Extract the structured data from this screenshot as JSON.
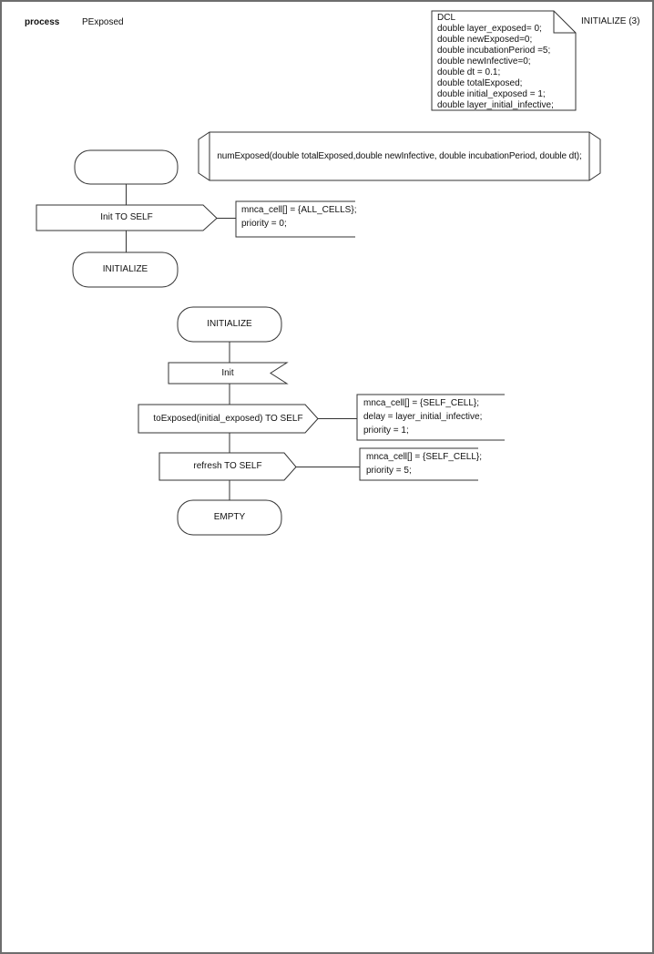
{
  "appearance": {
    "page_background": "#ffffff",
    "page_border_color": "#6e6e6e",
    "shape_stroke_color": "#333333",
    "text_color": "#111111"
  },
  "header": {
    "process_label": "process",
    "process_name": "PExposed"
  },
  "corner_label": "INITIALIZE (3)",
  "declarations": {
    "lines": [
      "DCL",
      "double layer_exposed= 0;",
      "double newExposed=0;",
      "double incubationPeriod =5;",
      "double newInfective=0;",
      "double dt = 0.1;",
      "double totalExposed;",
      "double initial_exposed = 1;",
      "double layer_initial_infective;"
    ]
  },
  "signature": "numExposed(double totalExposed,double newInfective, double incubationPeriod, double dt);",
  "flow1": {
    "start_state_label": "",
    "output_label": "Init TO SELF",
    "comment_lines": [
      "mnca_cell[] = {ALL_CELLS};",
      "priority = 0;"
    ],
    "next_state_label": "INITIALIZE"
  },
  "flow2": {
    "state_label": "INITIALIZE",
    "input_label": "Init",
    "output1_label": "toExposed(initial_exposed) TO SELF",
    "comment1_lines": [
      "mnca_cell[] = {SELF_CELL};",
      "delay = layer_initial_infective;",
      "priority = 1;"
    ],
    "output2_label": "refresh TO SELF",
    "comment2_lines": [
      "mnca_cell[] = {SELF_CELL};",
      "priority = 5;"
    ],
    "end_state_label": "EMPTY"
  }
}
